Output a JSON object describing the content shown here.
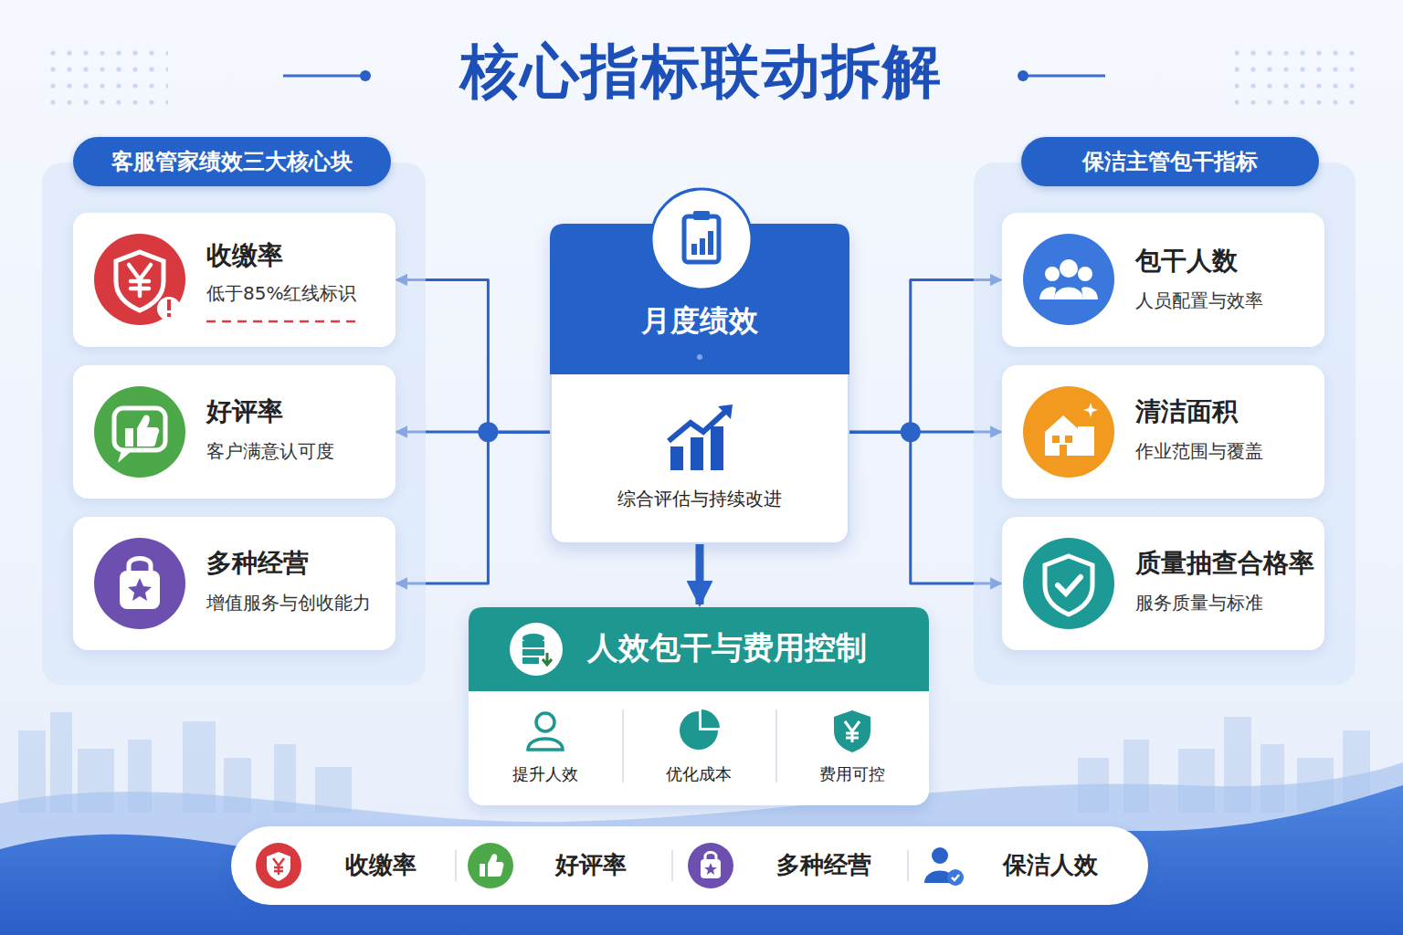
{
  "diagram": {
    "title": "核心指标联动拆解",
    "nodes": [
      {
        "text": [
          "客服管家绩效三大核心块"
        ]
      },
      {
        "text": [
          "收缴率",
          "低于85%红线标识"
        ],
        "in": 0
      },
      {
        "text": [
          "好评率",
          "客户满意认可度"
        ],
        "in": 0
      },
      {
        "text": [
          "多种经营",
          "增值服务与创收能力"
        ],
        "in": 0
      },
      {
        "text": [
          "月度绩效",
          "综合评估与持续改进"
        ]
      },
      {
        "text": [
          "保洁主管包干指标"
        ]
      },
      {
        "text": [
          "包干人数",
          "人员配置与效率"
        ],
        "in": 5
      },
      {
        "text": [
          "清洁面积",
          "作业范围与覆盖"
        ],
        "in": 5
      },
      {
        "text": [
          "质量抽查合格率",
          "服务质量与标准"
        ],
        "in": 5
      },
      {
        "text": [
          "人效包干与费用控制"
        ]
      },
      {
        "text": [
          "提升人效"
        ],
        "in": 9
      },
      {
        "text": [
          "优化成本"
        ],
        "in": 9
      },
      {
        "text": [
          "费用可控"
        ],
        "in": 9
      },
      {
        "text": [
          "收缴率",
          "好评率",
          "多种经营",
          "保洁人效"
        ]
      }
    ],
    "edges": [
      {
        "from": 4,
        "to": 1,
        "arrow": "to"
      },
      {
        "from": 4,
        "to": 2,
        "arrow": "to"
      },
      {
        "from": 4,
        "to": 3,
        "arrow": "to"
      },
      {
        "from": 4,
        "to": 6,
        "arrow": "to"
      },
      {
        "from": 4,
        "to": 7,
        "arrow": "to"
      },
      {
        "from": 4,
        "to": 8,
        "arrow": "to"
      },
      {
        "from": 4,
        "to": 9,
        "arrow": "to"
      }
    ]
  }
}
